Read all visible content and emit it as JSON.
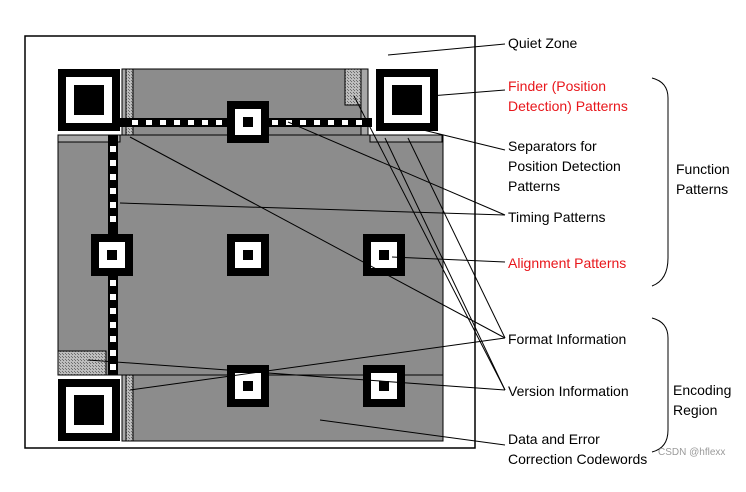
{
  "labels": {
    "quiet_zone": "Quiet Zone",
    "finder_line1": "Finder (Position",
    "finder_line2": "Detection) Patterns",
    "separators_line1": "Separators for",
    "separators_line2": "Position Detection",
    "separators_line3": "Patterns",
    "timing": "Timing Patterns",
    "alignment": "Alignment Patterns",
    "format": "Format Information",
    "version": "Version Information",
    "data_line1": "Data and Error",
    "data_line2": "Correction Codewords"
  },
  "groups": {
    "function_line1": "Function",
    "function_line2": "Patterns",
    "encoding_line1": "Encoding",
    "encoding_line2": "Region"
  },
  "watermark": "CSDN @hflexx",
  "colors": {
    "data_region": "#8c8c8c",
    "highlight_label": "#e8161b",
    "pattern_dark": "#000000"
  }
}
